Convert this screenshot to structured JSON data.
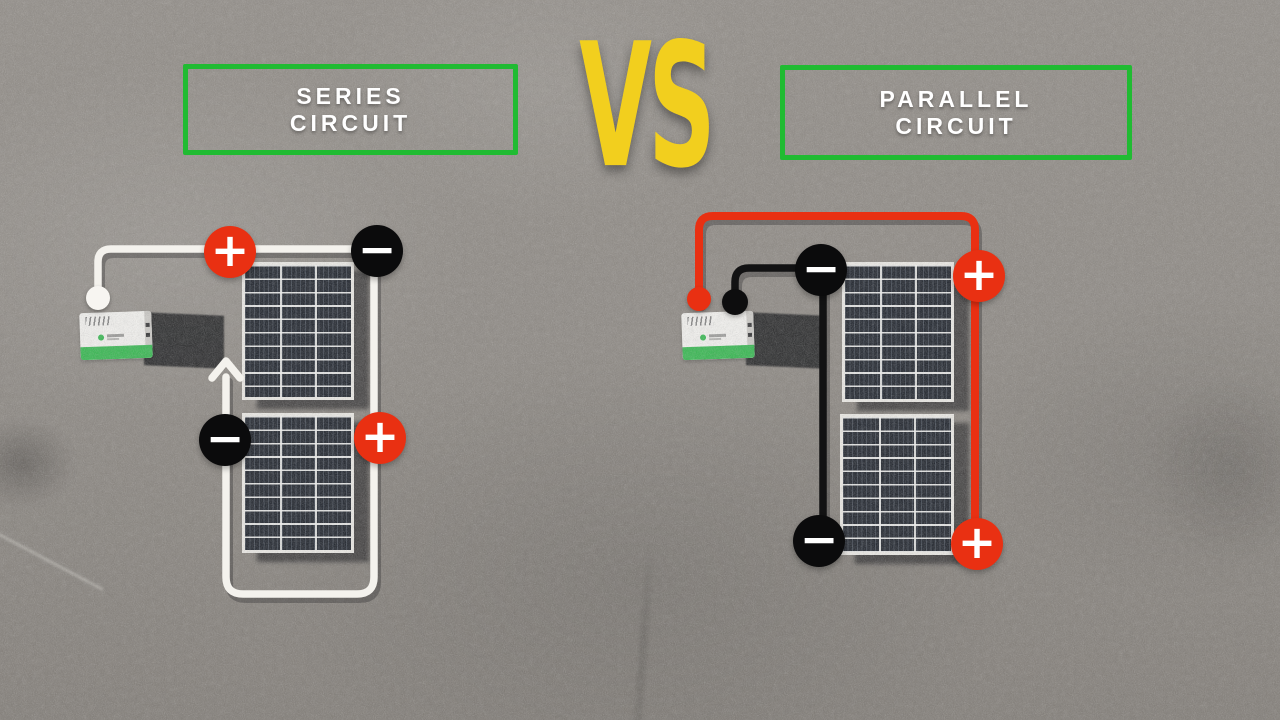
{
  "header": {
    "series_label": {
      "line1": "SERIES",
      "line2": "CIRCUIT"
    },
    "versus": "VS",
    "parallel_label": {
      "line1": "PARALLEL",
      "line2": "CIRCUIT"
    }
  },
  "diagrams": {
    "series": {
      "badges": [
        {
          "location": "wire-near-battery-top",
          "sign": "+",
          "style": "red"
        },
        {
          "location": "panel1-top-right",
          "sign": "−",
          "style": "black"
        },
        {
          "location": "panel2-left",
          "sign": "−",
          "style": "black"
        },
        {
          "location": "panel2-right",
          "sign": "+",
          "style": "red"
        }
      ],
      "components": [
        "portable-power-station",
        "solar-panel",
        "solar-panel",
        "current-direction-arrow"
      ],
      "wire_colors": [
        "white"
      ]
    },
    "parallel": {
      "badges": [
        {
          "location": "negative-bus-top",
          "sign": "−",
          "style": "black"
        },
        {
          "location": "panel1-top-right",
          "sign": "+",
          "style": "red"
        },
        {
          "location": "panel2-bottom-left",
          "sign": "−",
          "style": "black"
        },
        {
          "location": "panel2-bottom-right",
          "sign": "+",
          "style": "red"
        }
      ],
      "components": [
        "portable-power-station",
        "solar-panel",
        "solar-panel"
      ],
      "wire_colors": [
        "red",
        "black"
      ]
    }
  },
  "colors": {
    "asphalt": "#8b8680",
    "label_border_green": "#20bb32",
    "label_text": "#ffffff",
    "vs_yellow": "#f2cf1e",
    "wire_white": "#f4f2ed",
    "wire_red": "#e93012",
    "wire_black": "#121213",
    "badge_red": "#e93012",
    "badge_black": "#0b0b0c",
    "badge_sign": "#ffffff",
    "battery_green": "#2eb84a",
    "panel_cell": "#141922",
    "panel_frame": "#efede8"
  }
}
